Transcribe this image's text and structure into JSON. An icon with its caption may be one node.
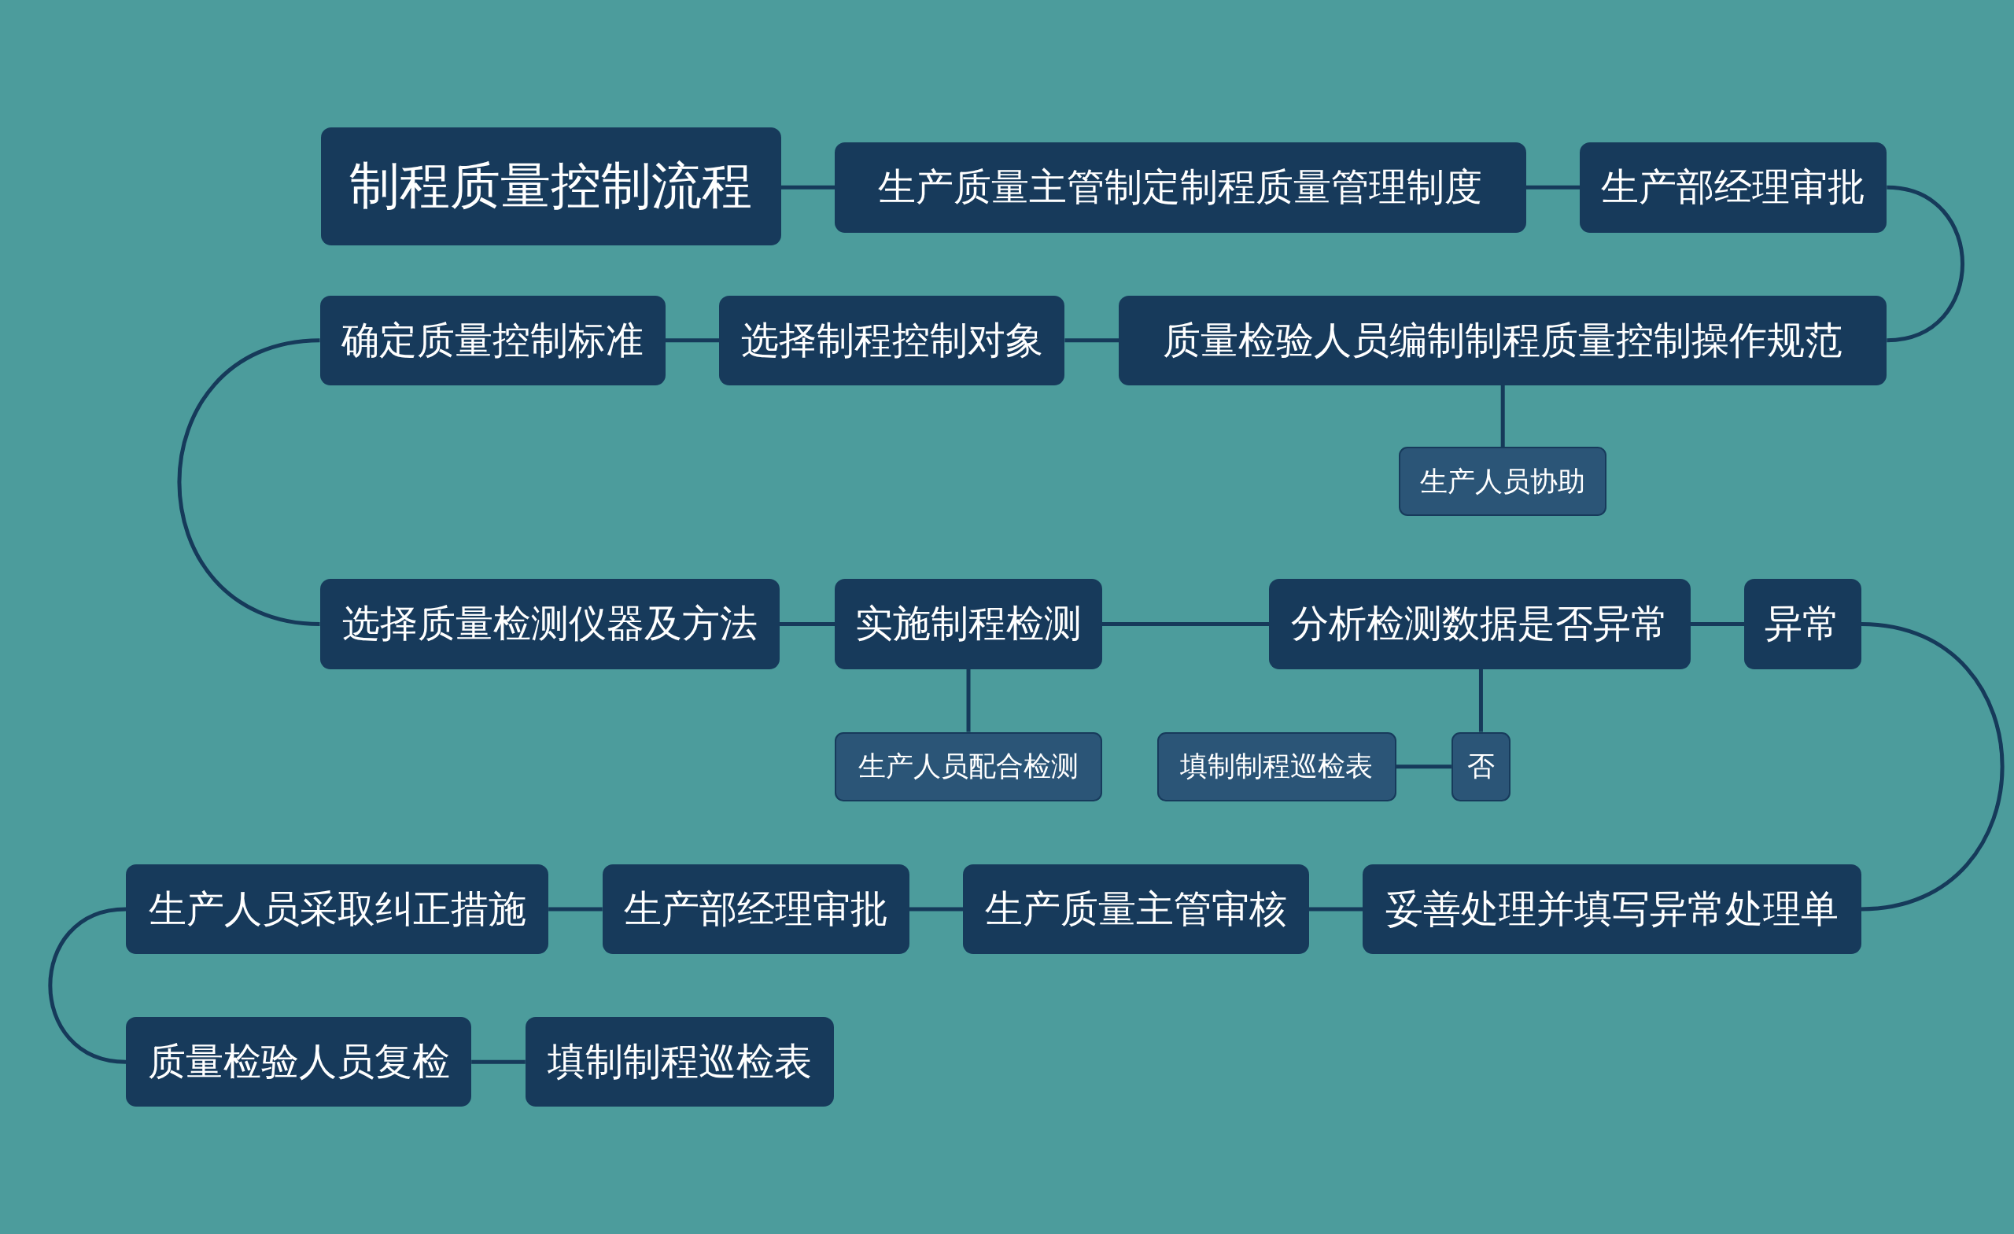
{
  "diagram": {
    "nodes": [
      {
        "text": [
          "制程质量控制流程"
        ]
      },
      {
        "text": [
          "生产质量主管制定制程质量管理制度"
        ]
      },
      {
        "text": [
          "生产部经理审批"
        ]
      },
      {
        "text": [
          "质量检验人员编制制程质量控制操作规范"
        ]
      },
      {
        "text": [
          "选择制程控制对象"
        ]
      },
      {
        "text": [
          "确定质量控制标准"
        ]
      },
      {
        "text": [
          "生产人员协助"
        ]
      },
      {
        "text": [
          "选择质量检测仪器及方法"
        ]
      },
      {
        "text": [
          "实施制程检测"
        ]
      },
      {
        "text": [
          "生产人员配合检测"
        ]
      },
      {
        "text": [
          "分析检测数据是否异常"
        ]
      },
      {
        "text": [
          "异常"
        ]
      },
      {
        "text": [
          "否"
        ]
      },
      {
        "text": [
          "填制制程巡检表"
        ]
      },
      {
        "text": [
          "妥善处理并填写异常处理单"
        ]
      },
      {
        "text": [
          "生产质量主管审核"
        ]
      },
      {
        "text": [
          "生产部经理审批"
        ]
      },
      {
        "text": [
          "生产人员采取纠正措施"
        ]
      },
      {
        "text": [
          "质量检验人员复检"
        ]
      },
      {
        "text": [
          "填制制程巡检表"
        ]
      }
    ],
    "edges": [
      {
        "from": 0,
        "to": 1,
        "arrow": "none"
      },
      {
        "from": 1,
        "to": 2,
        "arrow": "none"
      },
      {
        "from": 2,
        "to": 3,
        "arrow": "none"
      },
      {
        "from": 3,
        "to": 4,
        "arrow": "none"
      },
      {
        "from": 4,
        "to": 5,
        "arrow": "none"
      },
      {
        "from": 3,
        "to": 6,
        "arrow": "none"
      },
      {
        "from": 5,
        "to": 7,
        "arrow": "none"
      },
      {
        "from": 7,
        "to": 8,
        "arrow": "none"
      },
      {
        "from": 8,
        "to": 9,
        "arrow": "none"
      },
      {
        "from": 8,
        "to": 10,
        "arrow": "none"
      },
      {
        "from": 10,
        "to": 11,
        "arrow": "none"
      },
      {
        "from": 10,
        "to": 12,
        "arrow": "none"
      },
      {
        "from": 12,
        "to": 13,
        "arrow": "none"
      },
      {
        "from": 11,
        "to": 14,
        "arrow": "none"
      },
      {
        "from": 14,
        "to": 15,
        "arrow": "none"
      },
      {
        "from": 15,
        "to": 16,
        "arrow": "none"
      },
      {
        "from": 16,
        "to": 17,
        "arrow": "none"
      },
      {
        "from": 17,
        "to": 18,
        "arrow": "none"
      },
      {
        "from": 18,
        "to": 19,
        "arrow": "none"
      }
    ]
  }
}
